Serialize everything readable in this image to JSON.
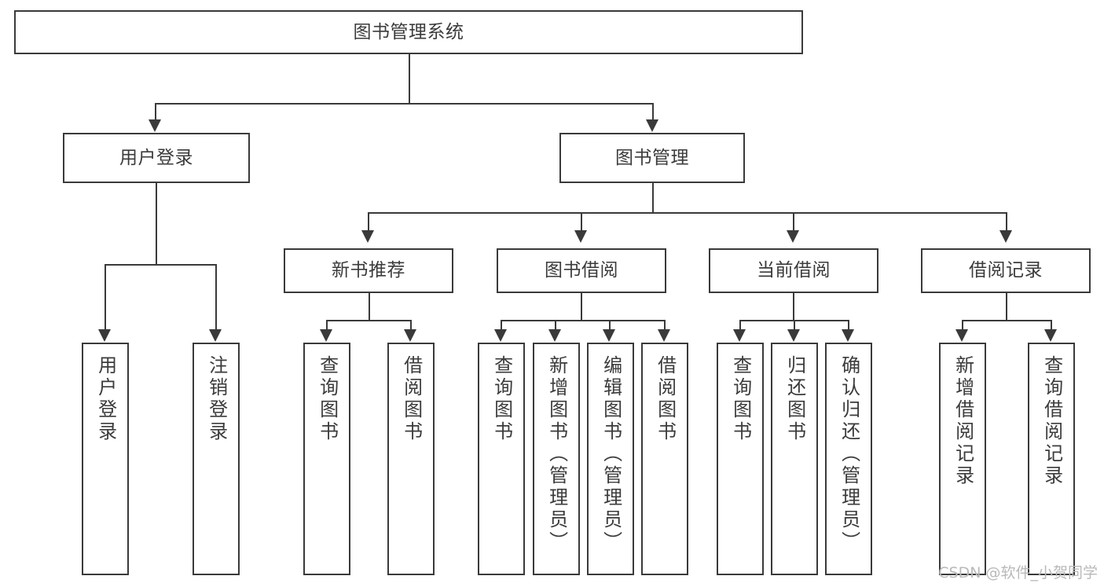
{
  "diagram": {
    "title": "图书管理系统",
    "type": "tree-hierarchy-chart",
    "root": {
      "label": "图书管理系统"
    },
    "level2": [
      {
        "label": "用户登录"
      },
      {
        "label": "图书管理"
      }
    ],
    "level3": [
      {
        "label": "新书推荐"
      },
      {
        "label": "图书借阅"
      },
      {
        "label": "当前借阅"
      },
      {
        "label": "借阅记录"
      }
    ],
    "leaves": {
      "user_login": [
        {
          "label": "用户登录"
        },
        {
          "label": "注销登录"
        }
      ],
      "new_book_recommend": [
        {
          "label": "查询图书"
        },
        {
          "label": "借阅图书"
        }
      ],
      "book_borrow": [
        {
          "label": "查询图书"
        },
        {
          "label": "新增图书（管理员）"
        },
        {
          "label": "编辑图书（管理员）"
        },
        {
          "label": "借阅图书"
        }
      ],
      "current_borrow": [
        {
          "label": "查询图书"
        },
        {
          "label": "归还图书"
        },
        {
          "label": "确认归还（管理员）"
        }
      ],
      "borrow_record": [
        {
          "label": "新增借阅记录"
        },
        {
          "label": "查询借阅记录"
        }
      ]
    }
  },
  "watermark": {
    "text": "CSDN @软件_小贺同学"
  },
  "colors": {
    "stroke": "#3a3a3a",
    "text": "#3b3b3b",
    "background": "#ffffff",
    "watermark": "#b9b9b9"
  }
}
